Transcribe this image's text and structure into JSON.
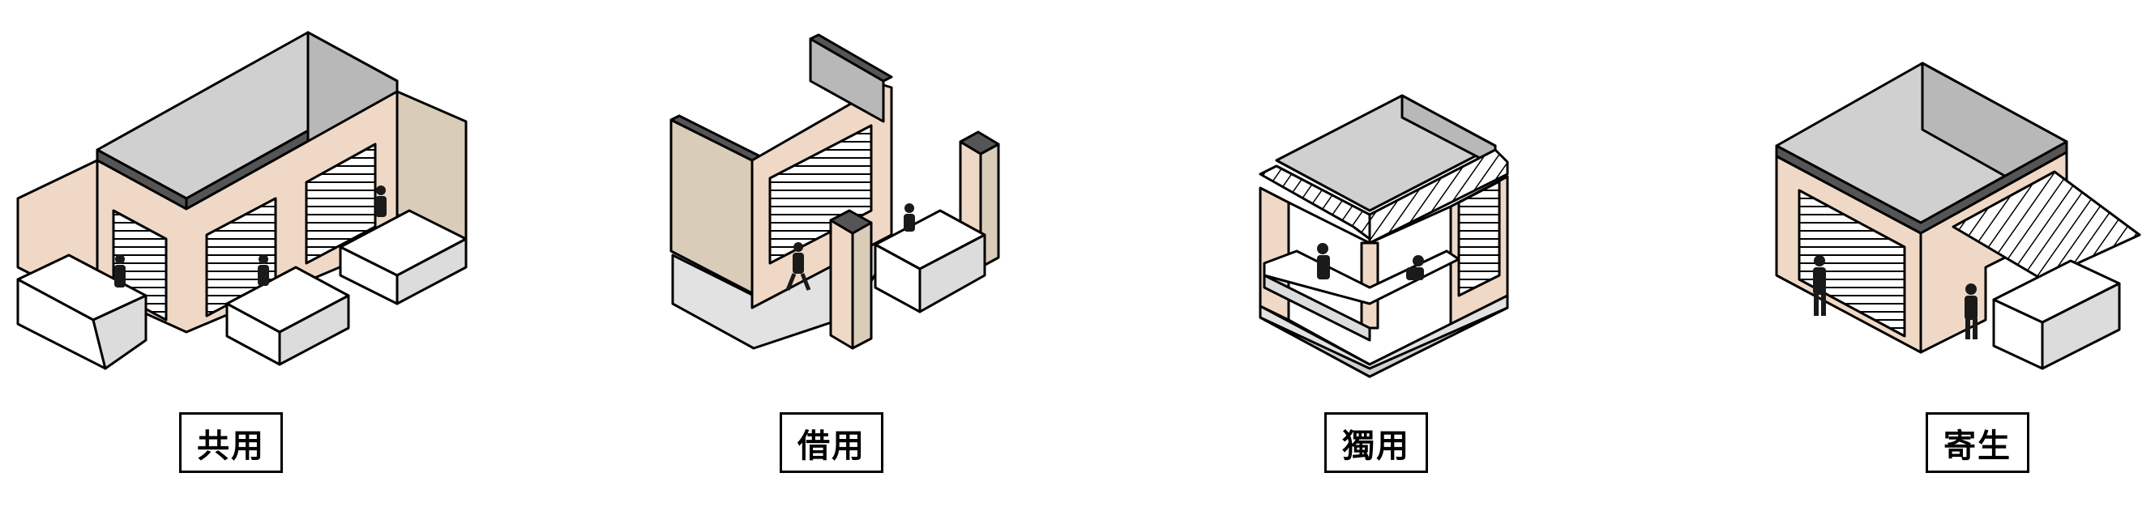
{
  "panels": [
    {
      "id": "shared",
      "label": "共用"
    },
    {
      "id": "borrowed",
      "label": "借用"
    },
    {
      "id": "exclusive",
      "label": "獨用"
    },
    {
      "id": "parasitic",
      "label": "寄生"
    }
  ],
  "colors": {
    "stroke": "#000000",
    "wall_beige": "#efd9c6",
    "wall_tan": "#d9ccb9",
    "roof_grey": "#d0d0d0",
    "inner_grey": "#b8b8b8",
    "dark_edge": "#555555",
    "box_top": "#ffffff",
    "box_side": "#dcdcdc",
    "floor": "#e2e2e2",
    "shutter": "#ffffff",
    "figure": "#1a1a1a"
  }
}
